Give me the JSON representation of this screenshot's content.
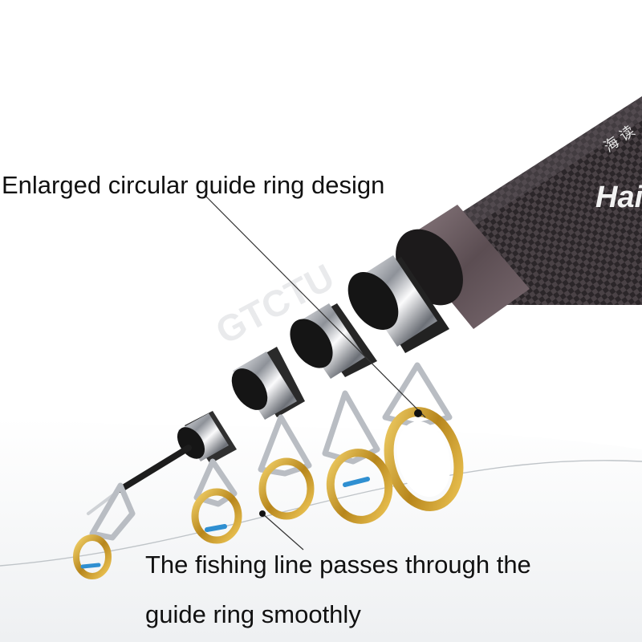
{
  "product": {
    "brand_text": "Hai",
    "brand_cjk_text": "海 读",
    "watermark_text": "GTCTU"
  },
  "captions": {
    "top": "Enlarged circular guide ring design",
    "bottom_line1": "The fishing line passes through the",
    "bottom_line2": "guide ring smoothly"
  },
  "colors": {
    "background": "#ffffff",
    "caption_text": "#111111",
    "leader_line": "#333333",
    "rod_carbon_dark": "#2b2629",
    "rod_carbon_light": "#4a4246",
    "collar_purple": "#6e6064",
    "chrome": "#c9ccd2",
    "guide_gold": "#d6a431",
    "guide_inner_blue": "#2f8fd1",
    "fishing_line": "#bfc4c8"
  }
}
